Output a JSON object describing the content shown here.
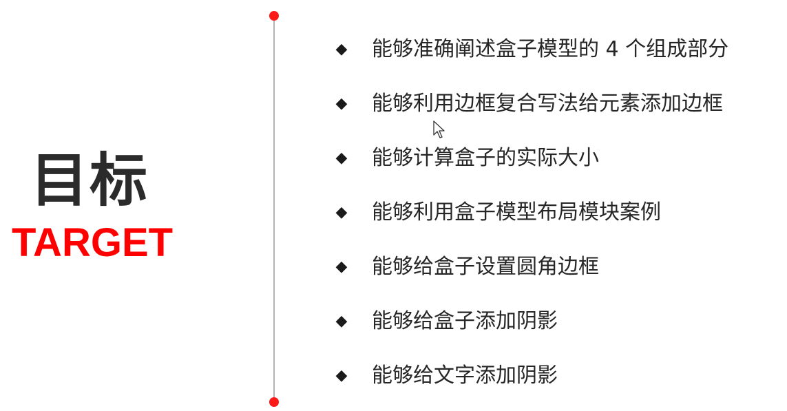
{
  "heading": {
    "title": "目标",
    "subtitle": "TARGET"
  },
  "goals": [
    "能够准确阐述盒子模型的 4 个组成部分",
    "能够利用边框复合写法给元素添加边框",
    "能够计算盒子的实际大小",
    "能够利用盒子模型布局模块案例",
    "能够给盒子设置圆角边框",
    "能够给盒子添加阴影",
    "能够给文字添加阴影"
  ],
  "bullet_icon": "diamond-bullet-icon",
  "bullet_glyph": "◆",
  "colors": {
    "title": "#2b2b2b",
    "accent": "#ff0000",
    "timeline_dot": "#ff1a1a",
    "timeline_line": "#b3b3b3",
    "text": "#262626"
  }
}
